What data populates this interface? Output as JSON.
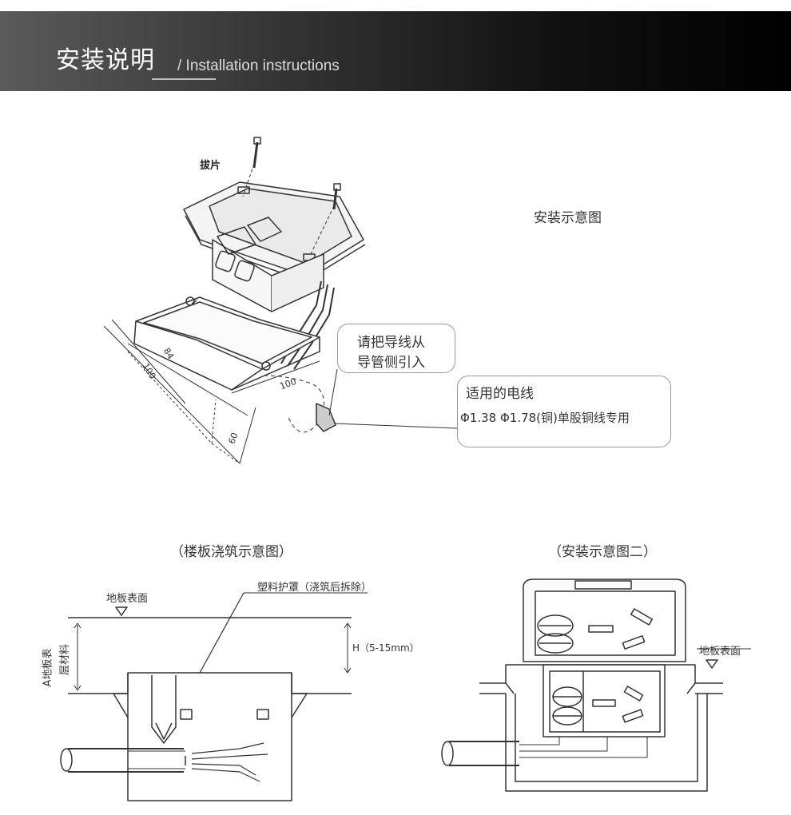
{
  "header": {
    "title_cn": "安装说明",
    "title_en": "/ Installation instructions"
  },
  "diagram_top": {
    "label_tab": "拔片",
    "caption": "安装示意图",
    "dim_84": "84",
    "dim_100_left": "100",
    "dim_100_right": "100",
    "dim_60": "60",
    "callout_wire_line1": "请把导线从",
    "callout_wire_line2": "导管侧引入",
    "callout_cable_title": "适用的电线",
    "callout_cable_spec": "Φ1.38 Φ1.78(铜)单股铜线专用"
  },
  "diagram_floor": {
    "caption": "（楼板浇筑示意图）",
    "floor_surface": "地板表面",
    "plastic_cover": "塑料护罩（浇筑后拆除）",
    "height_label": "H（5-15mm）",
    "material_label_line1": "A地板表",
    "material_label_line2": "层材料"
  },
  "diagram_install2": {
    "caption": "（安装示意图二）",
    "floor_surface": "地板表面"
  }
}
